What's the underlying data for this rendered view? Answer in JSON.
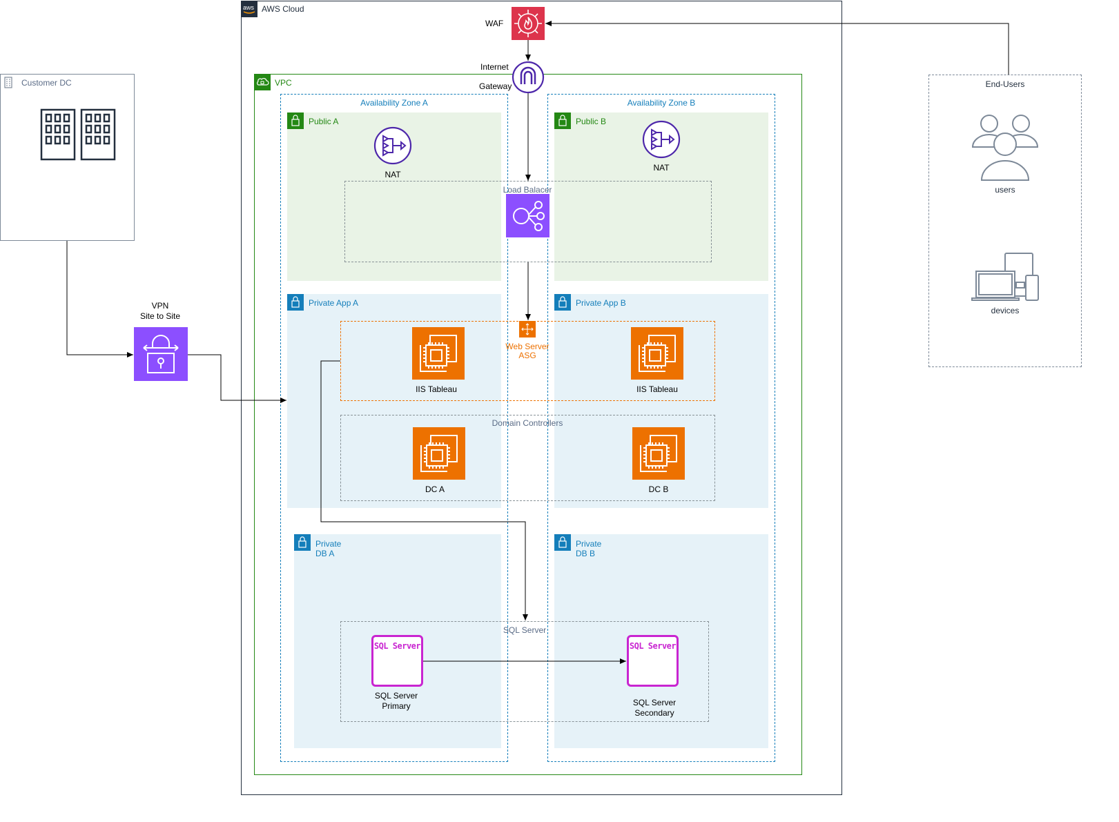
{
  "aws_cloud": {
    "label": "AWS Cloud",
    "badge": "aws"
  },
  "vpc": {
    "label": "VPC"
  },
  "customer_dc": {
    "label": "Customer DC"
  },
  "end_users": {
    "label": "End-Users",
    "users_label": "users",
    "devices_label": "devices"
  },
  "vpn": {
    "line1": "VPN",
    "line2": "Site to Site"
  },
  "waf": {
    "label": "WAF"
  },
  "igw": {
    "line1": "Internet",
    "line2": "Gateway"
  },
  "zones": {
    "a": "Availability Zone A",
    "b": "Availability Zone B"
  },
  "subnets": {
    "public_a": "Public A",
    "public_b": "Public B",
    "private_app_a": "Private App A",
    "private_app_b": "Private App B",
    "private_db_a": {
      "line1": "Private",
      "line2": "DB A"
    },
    "private_db_b": {
      "line1": "Private",
      "line2": "DB B"
    }
  },
  "nat": {
    "a": "NAT",
    "b": "NAT"
  },
  "load_balancer": {
    "label": "Load Balacer"
  },
  "web_asg": {
    "line1": "Web Server",
    "line2": "ASG"
  },
  "iis": {
    "a": "IIS Tableau",
    "b": "IIS Tableau"
  },
  "domain_controllers": {
    "label": "Domain Controllers",
    "a": "DC A",
    "b": "DC B"
  },
  "sql": {
    "group_label": "SQL Server",
    "icon_text": "SQL Server",
    "primary": {
      "line1": "SQL Server",
      "line2": "Primary"
    },
    "secondary": {
      "line1": "SQL Server",
      "line2": "Secondary"
    }
  },
  "colors": {
    "vpc_green": "#248814",
    "public_fill": "#E9F3E6",
    "private_fill": "#E6F2F8",
    "az_blue": "#147EBA",
    "nat_purple": "#4D27AA",
    "lb_purple": "#8C4FFF",
    "ec2_orange": "#ED7100",
    "waf_red": "#DD344C",
    "sql_magenta": "#C925D1",
    "gray": "#7D8998",
    "aws_dark": "#232F3E"
  }
}
